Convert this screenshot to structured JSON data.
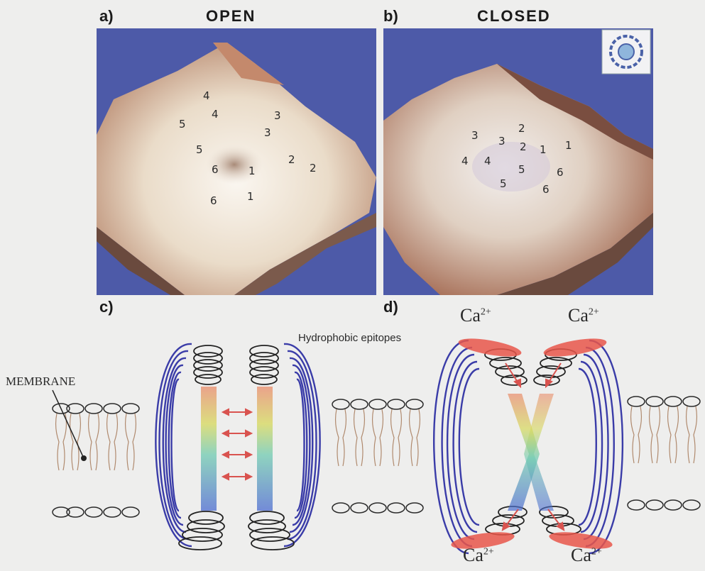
{
  "panels": {
    "a": {
      "letter": "a)",
      "title": "OPEN"
    },
    "b": {
      "letter": "b)",
      "title": "CLOSED"
    },
    "c": {
      "letter": "c)"
    },
    "d": {
      "letter": "d)"
    }
  },
  "open_subunit_numbers": [
    "4",
    "4",
    "5",
    "5",
    "6",
    "6",
    "3",
    "3",
    "2",
    "2",
    "1",
    "1"
  ],
  "closed_subunit_numbers": [
    "3",
    "3",
    "2",
    "2",
    "1",
    "1",
    "4",
    "4",
    "5",
    "5",
    "6",
    "6"
  ],
  "membrane_label": "MEMBRANE",
  "hydrophobic_label": "Hydrophobic epitopes",
  "calcium": {
    "base": "Ca",
    "charge": "2+"
  },
  "colors": {
    "afm_background": "#4d5aa8",
    "surface_light": "#efe4d8",
    "surface_dark": "#b37a62",
    "helix_outer": "#3a3ca8",
    "helix_inner": "#222222",
    "ca_site": "#e8564a",
    "arrow": "#d9534f",
    "lipid": "#b08a6e"
  }
}
